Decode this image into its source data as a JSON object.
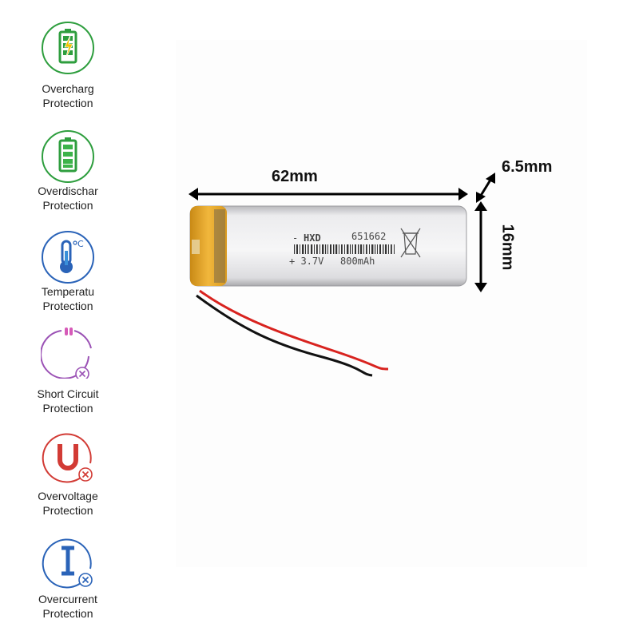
{
  "features": [
    {
      "icon": "battery-charging-icon",
      "line1": "Overcharg",
      "line2": "Protection",
      "color": "#2e9e3e"
    },
    {
      "icon": "battery-full-icon",
      "line1": "Overdischar",
      "line2": "Protection",
      "color": "#2e9e3e"
    },
    {
      "icon": "thermometer-icon",
      "line1": "Temperatu",
      "line2": "Protection",
      "color": "#2a63b8"
    },
    {
      "icon": "short-circuit-icon",
      "line1": "Short Circuit",
      "line2": "Protection",
      "color": "#9b52b5"
    },
    {
      "icon": "voltage-u-icon",
      "line1": "Overvoltage",
      "line2": "Protection",
      "color": "#d23b35"
    },
    {
      "icon": "current-i-icon",
      "line1": "Overcurrent",
      "line2": "Protection",
      "color": "#2a63b8"
    }
  ],
  "dimensions": {
    "length": "62mm",
    "thickness": "6.5mm",
    "width": "16mm"
  },
  "battery": {
    "brand": "HXD",
    "model": "651662",
    "voltage": "+ 3.7V",
    "capacity": "800mAh",
    "minus": "-"
  }
}
